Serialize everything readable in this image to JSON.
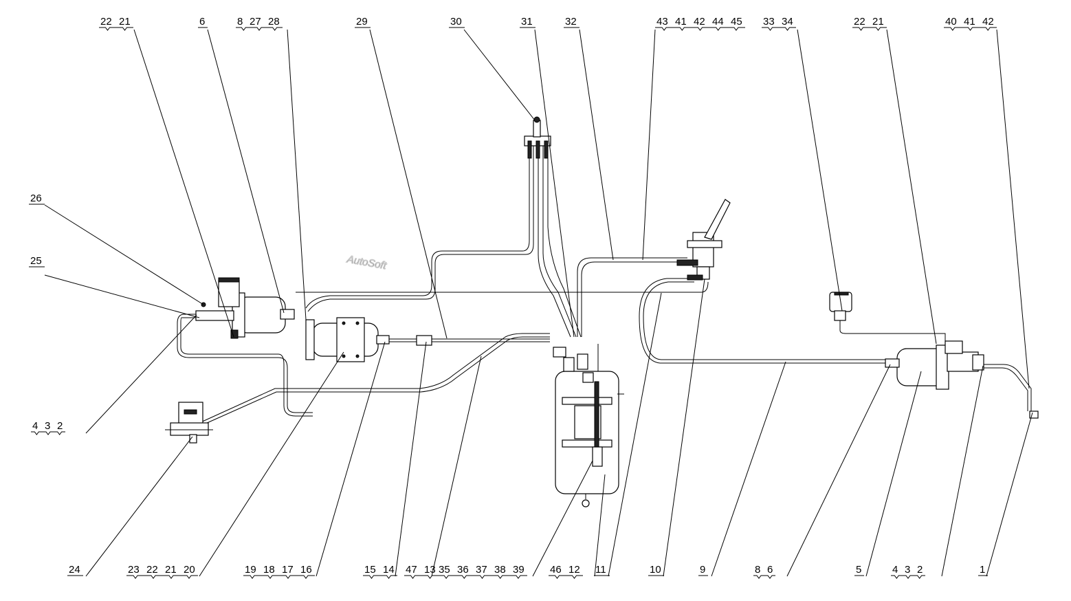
{
  "watermark": "AutoSoft",
  "top_callouts": [
    {
      "id": "t1",
      "nums": [
        "22",
        "21"
      ]
    },
    {
      "id": "t2",
      "nums": [
        "6"
      ]
    },
    {
      "id": "t3",
      "nums": [
        "8",
        "27",
        "28"
      ]
    },
    {
      "id": "t4",
      "nums": [
        "29"
      ]
    },
    {
      "id": "t5",
      "nums": [
        "30"
      ]
    },
    {
      "id": "t6",
      "nums": [
        "31"
      ]
    },
    {
      "id": "t7",
      "nums": [
        "32"
      ]
    },
    {
      "id": "t8",
      "nums": [
        "43",
        "41",
        "42",
        "44",
        "45"
      ]
    },
    {
      "id": "t9",
      "nums": [
        "33",
        "34"
      ]
    },
    {
      "id": "t10",
      "nums": [
        "22",
        "21"
      ]
    },
    {
      "id": "t11",
      "nums": [
        "40",
        "41",
        "42"
      ]
    }
  ],
  "side_callouts": [
    {
      "id": "s1",
      "nums": [
        "26"
      ]
    },
    {
      "id": "s2",
      "nums": [
        "25"
      ]
    },
    {
      "id": "s3",
      "nums": [
        "4",
        "3",
        "2"
      ]
    }
  ],
  "bottom_callouts": [
    {
      "id": "b1",
      "nums": [
        "24"
      ]
    },
    {
      "id": "b2",
      "nums": [
        "23",
        "22",
        "21",
        "20"
      ]
    },
    {
      "id": "b3",
      "nums": [
        "19",
        "18",
        "17",
        "16"
      ]
    },
    {
      "id": "b4",
      "nums": [
        "15",
        "14"
      ]
    },
    {
      "id": "b5",
      "nums": [
        "47",
        "13"
      ]
    },
    {
      "id": "b6",
      "nums": [
        "35",
        "36",
        "37",
        "38",
        "39"
      ]
    },
    {
      "id": "b7",
      "nums": [
        "46",
        "12"
      ]
    },
    {
      "id": "b8",
      "nums": [
        "11"
      ]
    },
    {
      "id": "b9",
      "nums": [
        "10"
      ]
    },
    {
      "id": "b10",
      "nums": [
        "9"
      ]
    },
    {
      "id": "b11",
      "nums": [
        "8",
        "6"
      ]
    },
    {
      "id": "b12",
      "nums": [
        "5"
      ]
    },
    {
      "id": "b13",
      "nums": [
        "4",
        "3",
        "2"
      ]
    },
    {
      "id": "b14",
      "nums": [
        "1"
      ]
    }
  ]
}
